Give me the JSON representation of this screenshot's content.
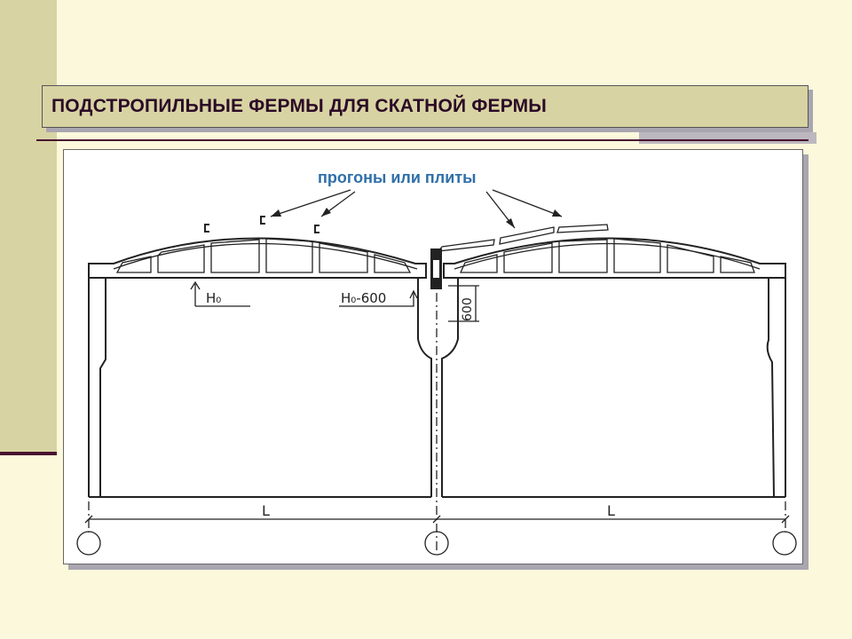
{
  "slide": {
    "title": "ПОДСТРОПИЛЬНЫЕ ФЕРМЫ ДЛЯ СКАТНОЙ ФЕРМЫ"
  },
  "diagram": {
    "callout": "прогоны или плиты",
    "height_label": "H₀",
    "height_label_reduced": "H₀-600",
    "dimension_600": "600",
    "span_left": "L",
    "span_right": "L",
    "colors": {
      "callout": "#2f6fa8",
      "title_text": "#2b0b27",
      "accent_rule": "#4a1030"
    }
  }
}
